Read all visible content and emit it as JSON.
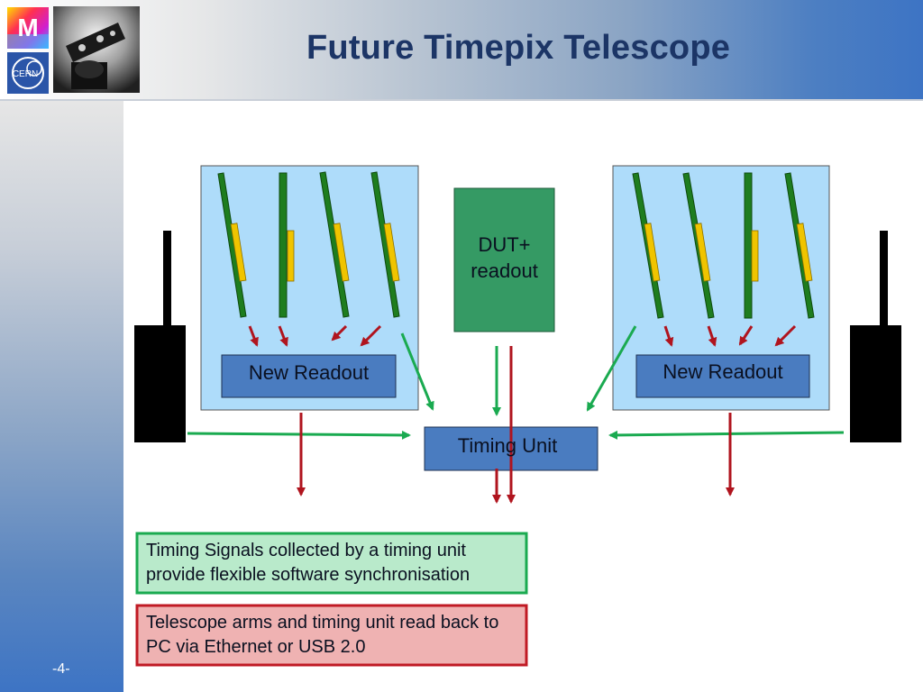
{
  "slide": {
    "title": "Future Timepix Telescope",
    "page_number": "-4-"
  },
  "logos": {
    "top_logo": "M",
    "bottom_logo": "CERN"
  },
  "diagram": {
    "dut_label": "DUT+ readout",
    "left_readout_label": "New Readout",
    "right_readout_label": "New Readout",
    "timing_unit_label": "Timing Unit"
  },
  "notes": {
    "timing_note": "Timing Signals collected by a timing unit provide flexible software synchronisation",
    "readout_note": "Telescope arms and timing unit read back to PC via Ethernet or USB 2.0"
  },
  "colors": {
    "arm_fill": "#aedcfa",
    "sensor_green": "#1e7d1e",
    "chip_yellow": "#f0c400",
    "readout_blue": "#4a7cc0",
    "dut_green": "#359a64",
    "timing_arrow": "#1aaa50",
    "data_arrow": "#b0141e",
    "timing_note_fill": "#b9eacb",
    "readout_note_fill": "#efb2b2"
  }
}
